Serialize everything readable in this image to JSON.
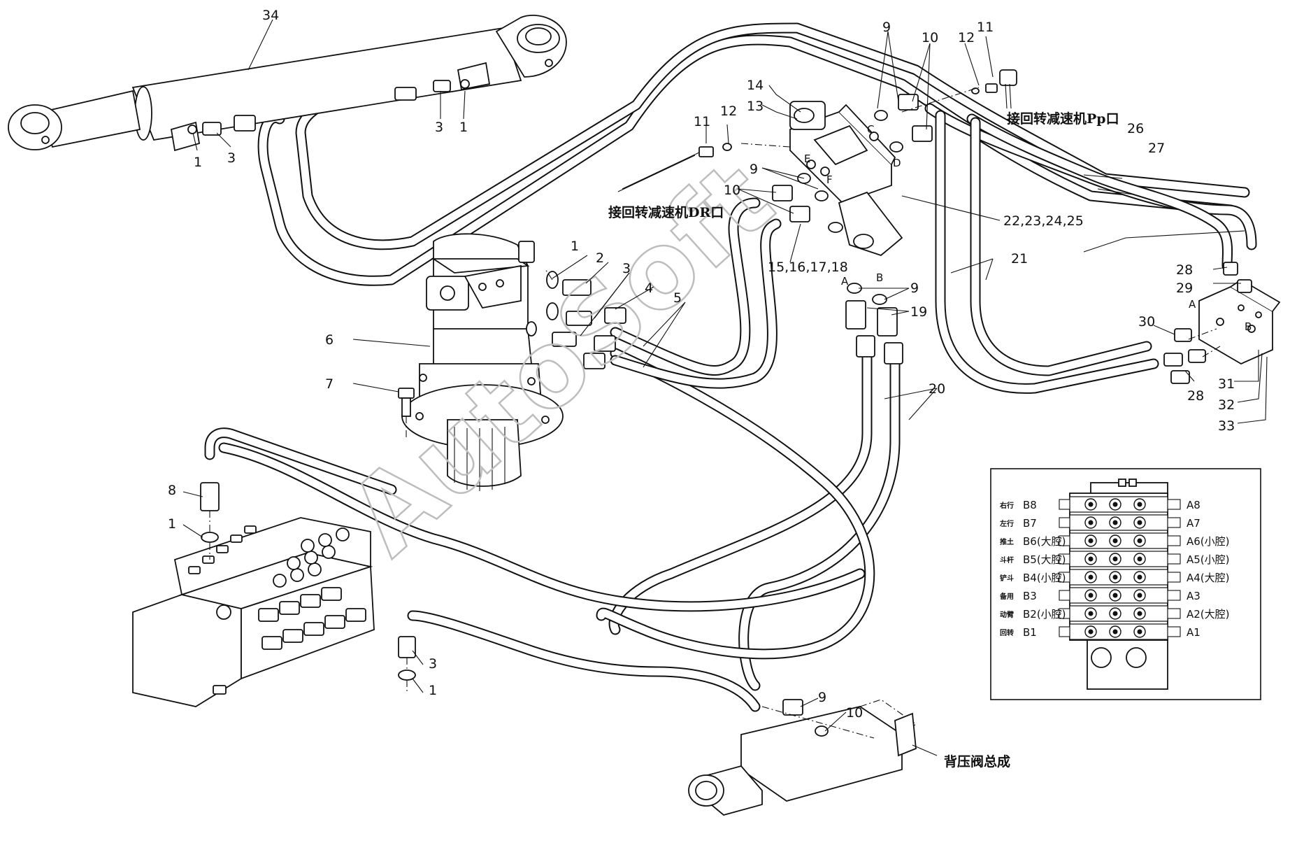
{
  "part_labels": {
    "p34": "34",
    "p1a": "1",
    "p3a": "3",
    "p3b": "3",
    "p1b": "1",
    "p9a": "9",
    "p10a": "10",
    "p12a": "12",
    "p11a": "11",
    "p14": "14",
    "p13": "13",
    "p11b": "11",
    "p12b": "12",
    "p9b": "9",
    "p10b": "10",
    "p26": "26",
    "p27": "27",
    "p22": "22,23,24,25",
    "p15": "15,16,17,18",
    "p21": "21",
    "p1c": "1",
    "p2": "2",
    "p3c": "3",
    "p4": "4",
    "p5": "5",
    "p6": "6",
    "p7": "7",
    "p9c": "9",
    "p19": "19",
    "p28a": "28",
    "p29": "29",
    "p30": "30",
    "p28b": "28",
    "p31": "31",
    "p32": "32",
    "p33": "33",
    "p20": "20",
    "p8": "8",
    "p1d": "1",
    "p3d": "3",
    "p1e": "1",
    "p9d": "9",
    "p10c": "10"
  },
  "port_letters": {
    "C": "C",
    "D": "D",
    "E": "E",
    "F": "F",
    "A1": "A",
    "B1": "B",
    "A2": "A",
    "B2": "B"
  },
  "chinese_labels": {
    "pp_port": "接回转减速机Pp口",
    "dr_port": "接回转减速机DR口",
    "back_pressure": "背压阀总成"
  },
  "valve_inset": {
    "rows": [
      {
        "tag": "右行",
        "b": "B8",
        "a": "A8"
      },
      {
        "tag": "左行",
        "b": "B7",
        "a": "A7"
      },
      {
        "tag": "推土",
        "b": "B6(大腔)",
        "a": "A6(小腔)"
      },
      {
        "tag": "斗杆",
        "b": "B5(大腔)",
        "a": "A5(小腔)"
      },
      {
        "tag": "铲斗",
        "b": "B4(小腔)",
        "a": "A4(大腔)"
      },
      {
        "tag": "备用",
        "b": "B3",
        "a": "A3"
      },
      {
        "tag": "动臂",
        "b": "B2(小腔)",
        "a": "A2(大腔)"
      },
      {
        "tag": "回转",
        "b": "B1",
        "a": "A1"
      }
    ]
  },
  "watermark": "AutoSoft"
}
